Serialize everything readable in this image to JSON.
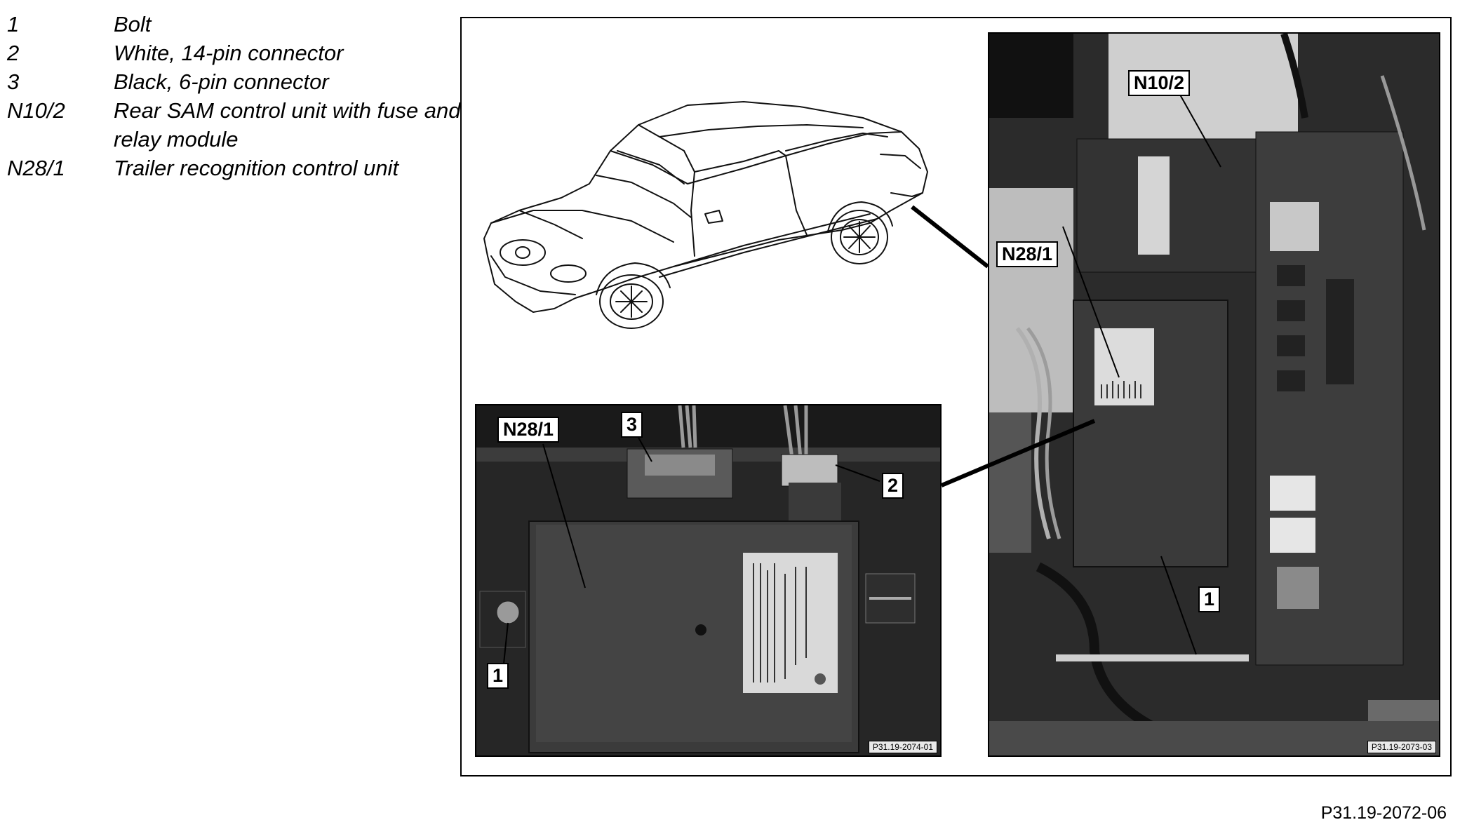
{
  "legend": [
    {
      "key": "1",
      "desc": "Bolt"
    },
    {
      "key": "2",
      "desc": "White, 14-pin connector"
    },
    {
      "key": "3",
      "desc": "Black, 6-pin connector"
    },
    {
      "key": "N10/2",
      "desc": "Rear SAM control unit with fuse and relay module"
    },
    {
      "key": "N28/1",
      "desc": "Trailer recognition control unit"
    }
  ],
  "detail_left": {
    "callouts": {
      "n28_1": "N28/1",
      "c3": "3",
      "c2": "2",
      "c1": "1"
    },
    "photo_ref": "P31.19-2074-01"
  },
  "detail_right": {
    "callouts": {
      "n10_2": "N10/2",
      "n28_1": "N28/1",
      "c1": "1"
    },
    "photo_ref": "P31.19-2073-03"
  },
  "figure_id": "P31.19-2072-06"
}
